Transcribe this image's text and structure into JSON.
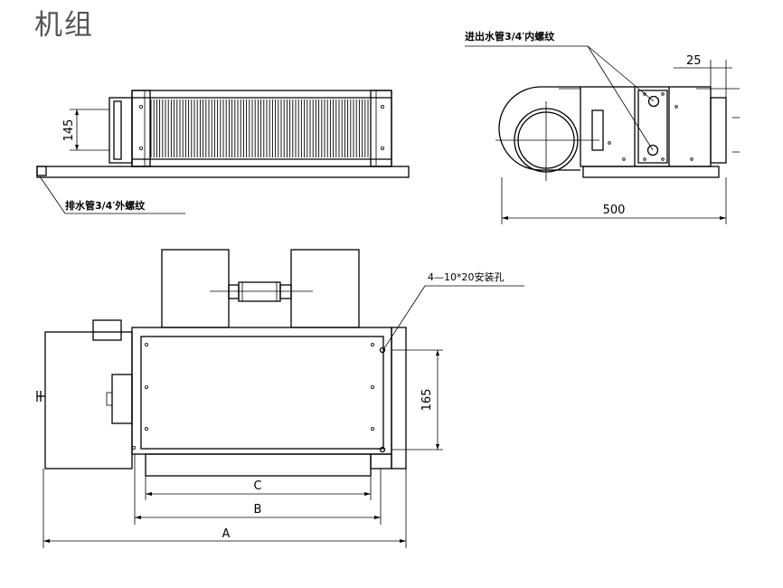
{
  "title": "机组",
  "labels": {
    "inlet_pipe": "进出水管3/4′内螺纹",
    "drain_pipe": "排水管3/4′外螺纹",
    "mount_holes": "4—10*20安装孔"
  },
  "dimensions": {
    "height_145": "145",
    "depth_25": "25",
    "width_500": "500",
    "height_165": "165",
    "dim_a": "A",
    "dim_b": "B",
    "dim_c": "C"
  }
}
